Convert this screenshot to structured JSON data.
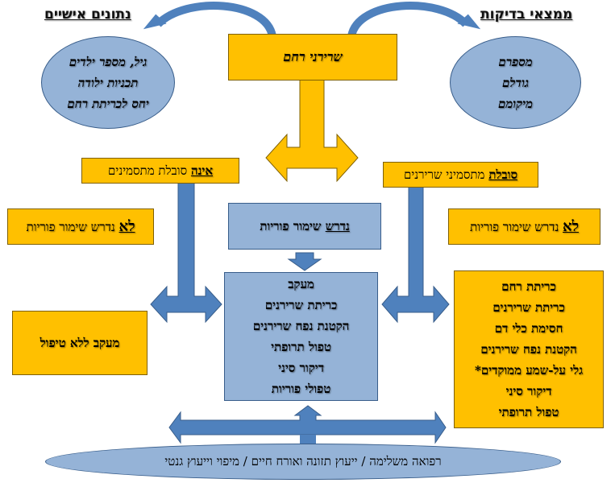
{
  "headings": {
    "personal_data": "נתונים אישיים",
    "test_findings": "ממצאי בדיקות"
  },
  "top_box": "שרירני רחם",
  "personal_ellipse": [
    "גיל, מספר ילדים",
    "תכניות ילודה",
    "יחס לכריתת רחם"
  ],
  "findings_ellipse": [
    "מספרם",
    "גודלם",
    "מיקומם"
  ],
  "not_suffering": {
    "emphasis": "אינה",
    "rest": " סובלת מתסמינים"
  },
  "suffering": {
    "emphasis": "סובלת",
    "rest": " מתסמיני שרירנים"
  },
  "no_fertility_left": {
    "emphasis": "לא",
    "rest": " נדרש שימור פוריות"
  },
  "no_fertility_right": {
    "emphasis": "לא",
    "rest": " נדרש שימור פוריות"
  },
  "fertility_required": {
    "emphasis": "נדרש",
    "rest": " שימור פוריות"
  },
  "center_options": [
    "מעקב",
    "כריתת שרירנים",
    "הקטנת נפח שרירנים",
    "טפול תרופתי",
    "דיקור סיני",
    "טפולי פוריות"
  ],
  "right_options": [
    "כריתת רחם",
    "כריתת שרירנים",
    "חסימת כלי דם",
    "הקטנת נפח שרירנים",
    "גלי על-שמע ממוקדים*",
    "דיקור סיני",
    "טפול תרופתי"
  ],
  "left_option": "מעקב ללא טיפול",
  "bottom_ellipse": "רפואה משלימה / ייעוץ תזונה ואורח חיים / מיפוי וייעוץ גנטי",
  "colors": {
    "yellow": "#ffc000",
    "blue_fill": "#95b3d7",
    "arrow_blue": "#4f81bd"
  }
}
